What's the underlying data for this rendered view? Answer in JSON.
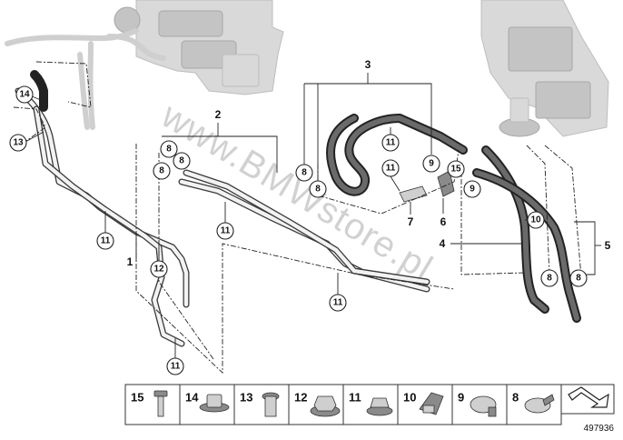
{
  "diagram": {
    "diagram_id": "497936",
    "watermark": "www.BMWstore.pl",
    "main_labels": [
      "1",
      "2",
      "3",
      "4",
      "5",
      "6",
      "7"
    ],
    "callouts": [
      "14",
      "13",
      "11",
      "12",
      "11",
      "8",
      "8",
      "8",
      "11",
      "11",
      "8",
      "8",
      "11",
      "11",
      "9",
      "15",
      "9",
      "10",
      "8",
      "8"
    ],
    "legend": [
      "15",
      "14",
      "13",
      "12",
      "11",
      "10",
      "9",
      "8"
    ]
  }
}
